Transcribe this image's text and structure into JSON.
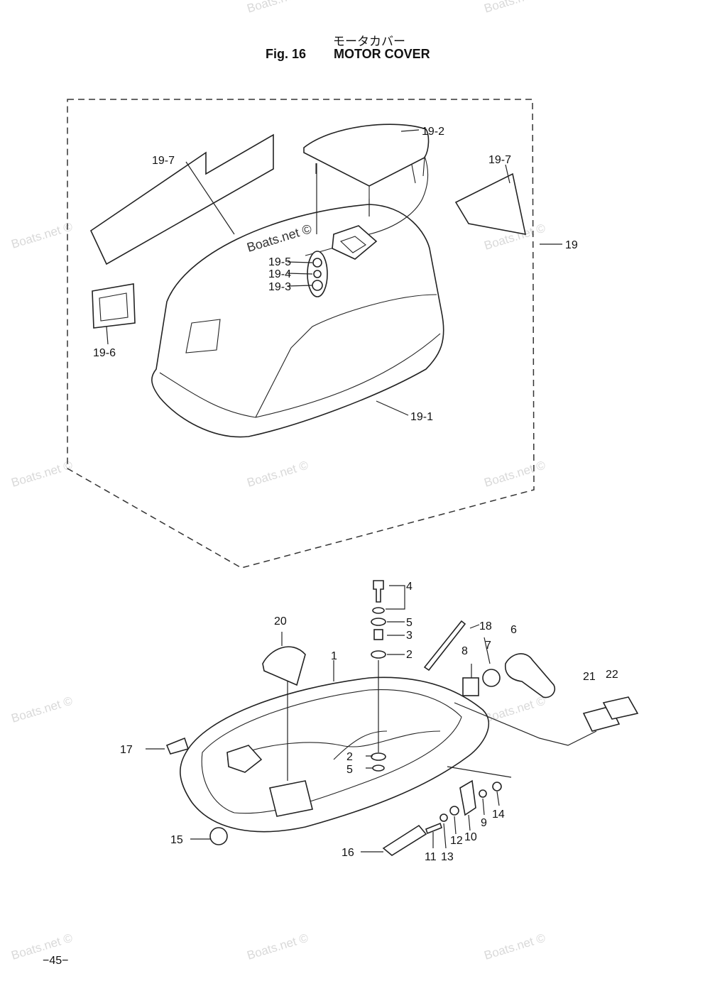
{
  "header": {
    "title_jp": "モータカバー",
    "fig_number": "Fig. 16",
    "fig_name": "MOTOR COVER"
  },
  "footer": {
    "page_number": "−45−"
  },
  "watermark": {
    "text": "Boats.net ©"
  },
  "inline_watermark": "Boats.net ©",
  "callouts": {
    "c19_7a": "19-7",
    "c19_2": "19-2",
    "c19_7b": "19-7",
    "c19": "19",
    "c19_5": "19-5",
    "c19_4": "19-4",
    "c19_3": "19-3",
    "c19_6": "19-6",
    "c19_1": "19-1",
    "c4": "4",
    "c5a": "5",
    "c3": "3",
    "c2a": "2",
    "c18": "18",
    "c20": "20",
    "c1": "1",
    "c8": "8",
    "c7": "7",
    "c6": "6",
    "c21": "21",
    "c22": "22",
    "c17": "17",
    "c2b": "2",
    "c5b": "5",
    "c14": "14",
    "c9": "9",
    "c10": "10",
    "c12": "12",
    "c13": "13",
    "c11": "11",
    "c15": "15",
    "c16": "16"
  }
}
